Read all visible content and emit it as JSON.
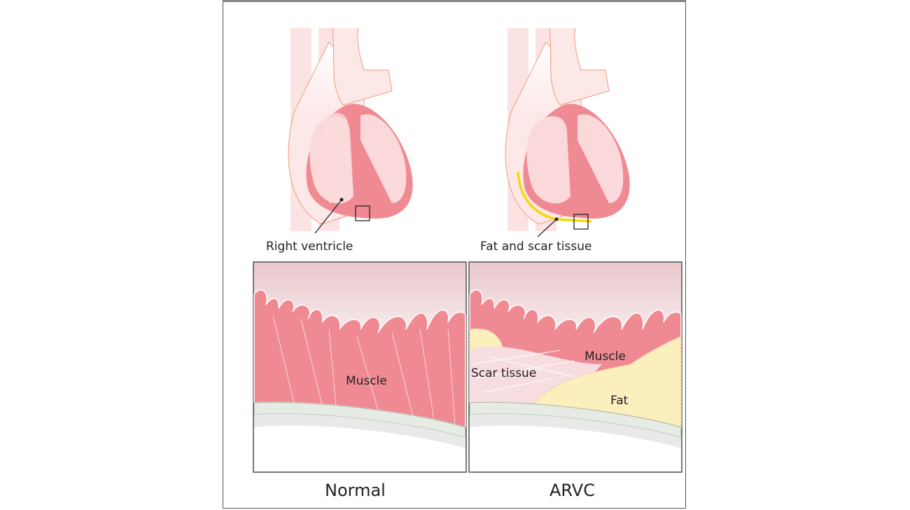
{
  "normal": {
    "heart_label": "Right ventricle",
    "tissue_labels": {
      "muscle": "Muscle"
    },
    "caption": "Normal"
  },
  "arvc": {
    "heart_label": "Fat and scar tissue",
    "tissue_labels": {
      "muscle": "Muscle",
      "scar": "Scar tissue",
      "fat": "Fat"
    },
    "caption": "ARVC"
  },
  "colors": {
    "muscle": "#f08a92",
    "light": "#fbd9db",
    "fat": "#fbefbd",
    "scar_highlight": "#f5d90a",
    "outline": "#f29a7a"
  }
}
